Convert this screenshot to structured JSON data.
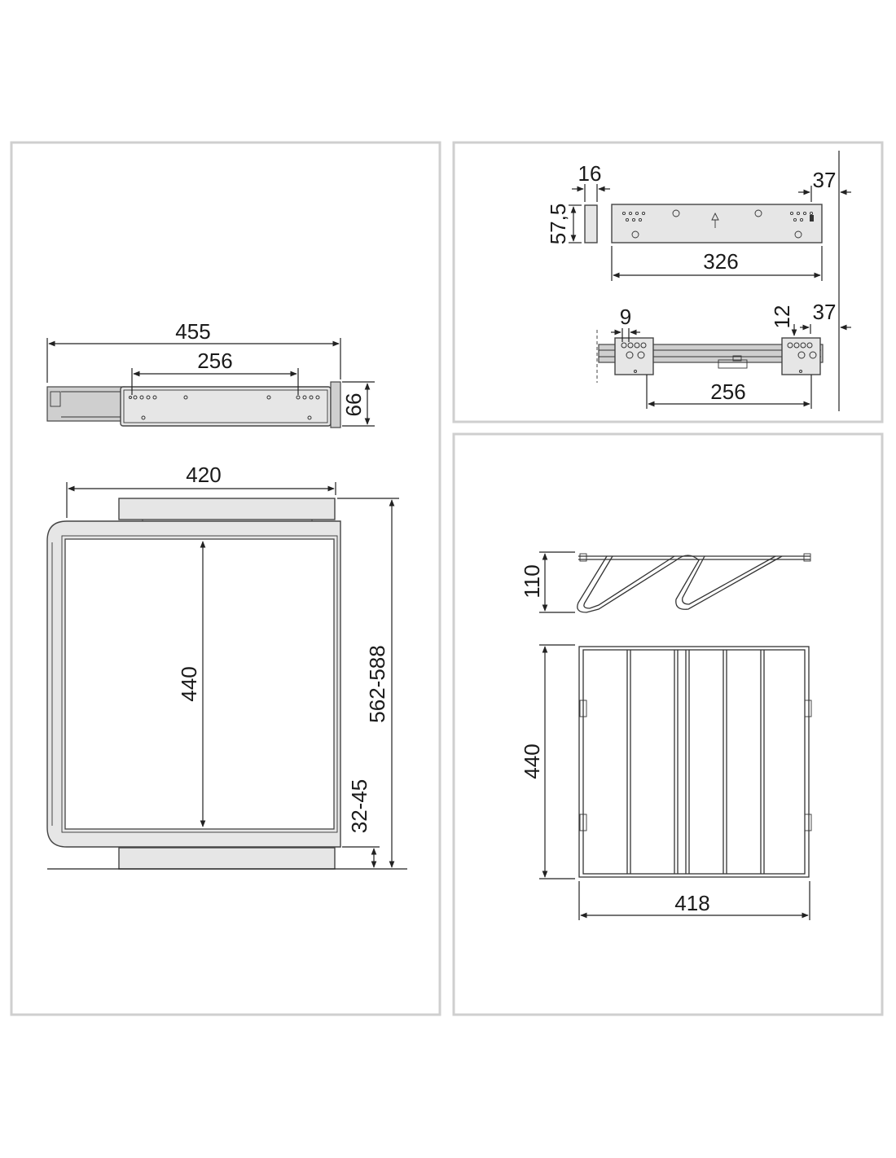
{
  "colors": {
    "panel_border": "#cfcfcf",
    "line": "#222222",
    "part_fill": "#e6e6e6"
  },
  "dimensions": {
    "drawer_side": {
      "overall_length": "455",
      "hole_spacing": "256",
      "height": "66"
    },
    "drawer_front": {
      "width": "420",
      "inner_depth": "440",
      "total_depth": "562-588",
      "base_clearance": "32-45"
    },
    "rail_top": {
      "thickness": "16",
      "height": "57,5",
      "length": "326",
      "offset": "37"
    },
    "rail_bottom": {
      "hole_pitch": "9",
      "rise": "12",
      "offset": "37",
      "hole_spacing": "256"
    },
    "basket": {
      "height": "110",
      "depth": "440",
      "width": "418"
    }
  }
}
